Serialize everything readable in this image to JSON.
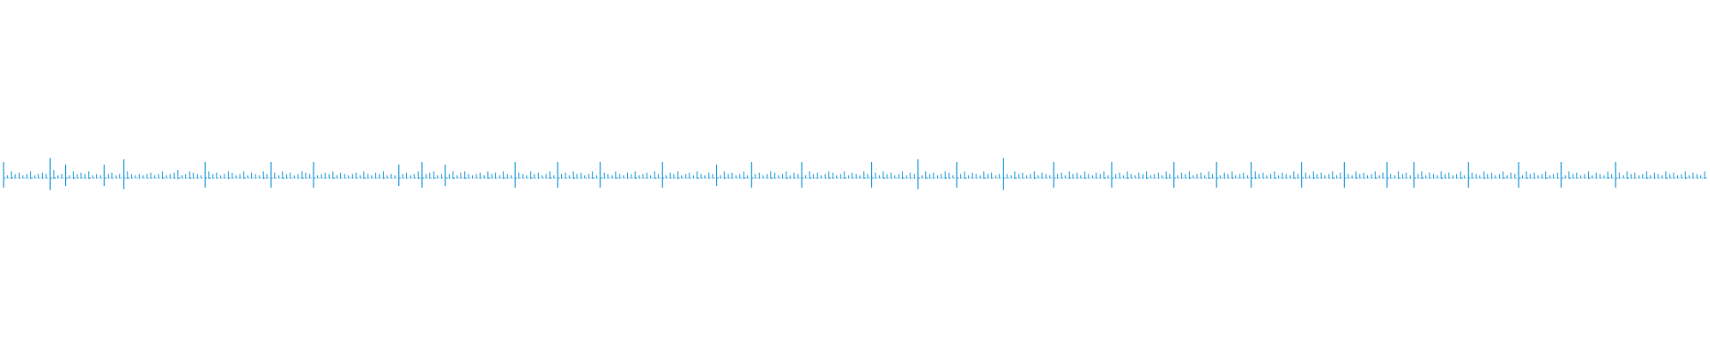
{
  "chart_data": {
    "type": "line",
    "description_printed_text": [],
    "stroke_color": "#1f9bdb",
    "baseline_value": 0,
    "ylim": [
      -1,
      1
    ],
    "axes_visible": false,
    "grid": false,
    "legend": "none",
    "series": [
      {
        "values": [
          0.12,
          0.02,
          0.05,
          0.03,
          0.04,
          0.02,
          0.03,
          0.05,
          0.02,
          0.03,
          0.04,
          0.03,
          0.15,
          0.06,
          0.02,
          0.03,
          0.1,
          0.02,
          0.05,
          0.03,
          0.04,
          0.03,
          0.05,
          0.02,
          0.03,
          0.02,
          0.1,
          0.03,
          0.04,
          0.02,
          0.03,
          0.14,
          0.05,
          0.03,
          0.02,
          0.03,
          0.02,
          0.03,
          0.04,
          0.02,
          0.03,
          0.05,
          0.02,
          0.03,
          0.04,
          0.06,
          0.02,
          0.03,
          0.05,
          0.04,
          0.03,
          0.02,
          0.12,
          0.05,
          0.03,
          0.04,
          0.02,
          0.03,
          0.05,
          0.04,
          0.02,
          0.03,
          0.05,
          0.02,
          0.04,
          0.03,
          0.02,
          0.05,
          0.03,
          0.12,
          0.04,
          0.02,
          0.05,
          0.03,
          0.04,
          0.02,
          0.03,
          0.05,
          0.04,
          0.03,
          0.12,
          0.02,
          0.03,
          0.04,
          0.03,
          0.05,
          0.02,
          0.04,
          0.03,
          0.02,
          0.03,
          0.04,
          0.02,
          0.05,
          0.03,
          0.02,
          0.04,
          0.03,
          0.05,
          0.02,
          0.03,
          0.02,
          0.1,
          0.03,
          0.04,
          0.02,
          0.03,
          0.05,
          0.12,
          0.03,
          0.04,
          0.05,
          0.02,
          0.03,
          0.1,
          0.03,
          0.05,
          0.02,
          0.04,
          0.05,
          0.03,
          0.02,
          0.03,
          0.04,
          0.02,
          0.05,
          0.03,
          0.04,
          0.02,
          0.05,
          0.03,
          0.02,
          0.12,
          0.04,
          0.03,
          0.02,
          0.05,
          0.03,
          0.04,
          0.02,
          0.03,
          0.05,
          0.02,
          0.12,
          0.03,
          0.04,
          0.02,
          0.05,
          0.03,
          0.04,
          0.02,
          0.03,
          0.05,
          0.02,
          0.12,
          0.04,
          0.03,
          0.02,
          0.05,
          0.03,
          0.02,
          0.04,
          0.03,
          0.05,
          0.02,
          0.03,
          0.04,
          0.02,
          0.05,
          0.03,
          0.12,
          0.02,
          0.04,
          0.03,
          0.05,
          0.02,
          0.03,
          0.04,
          0.02,
          0.05,
          0.03,
          0.02,
          0.04,
          0.03,
          0.1,
          0.02,
          0.05,
          0.03,
          0.04,
          0.02,
          0.03,
          0.05,
          0.02,
          0.12,
          0.03,
          0.04,
          0.02,
          0.03,
          0.05,
          0.04,
          0.02,
          0.03,
          0.05,
          0.02,
          0.04,
          0.03,
          0.12,
          0.02,
          0.05,
          0.03,
          0.04,
          0.02,
          0.03,
          0.05,
          0.04,
          0.02,
          0.03,
          0.05,
          0.02,
          0.04,
          0.03,
          0.02,
          0.05,
          0.03,
          0.12,
          0.04,
          0.02,
          0.05,
          0.03,
          0.04,
          0.02,
          0.03,
          0.05,
          0.02,
          0.04,
          0.03,
          0.14,
          0.02,
          0.05,
          0.03,
          0.04,
          0.02,
          0.03,
          0.05,
          0.04,
          0.02,
          0.12,
          0.03,
          0.05,
          0.02,
          0.04,
          0.03,
          0.02,
          0.05,
          0.03,
          0.04,
          0.02,
          0.03,
          0.15,
          0.03,
          0.02,
          0.05,
          0.03,
          0.04,
          0.02,
          0.03,
          0.05,
          0.02,
          0.04,
          0.03,
          0.02,
          0.12,
          0.03,
          0.04,
          0.02,
          0.05,
          0.03,
          0.04,
          0.02,
          0.05,
          0.03,
          0.02,
          0.04,
          0.03,
          0.05,
          0.02,
          0.12,
          0.03,
          0.04,
          0.02,
          0.05,
          0.03,
          0.02,
          0.04,
          0.03,
          0.05,
          0.02,
          0.03,
          0.04,
          0.02,
          0.05,
          0.03,
          0.12,
          0.02,
          0.04,
          0.03,
          0.05,
          0.02,
          0.03,
          0.04,
          0.02,
          0.05,
          0.03,
          0.12,
          0.02,
          0.04,
          0.03,
          0.05,
          0.02,
          0.03,
          0.04,
          0.02,
          0.12,
          0.05,
          0.03,
          0.04,
          0.02,
          0.03,
          0.05,
          0.02,
          0.04,
          0.03,
          0.02,
          0.05,
          0.03,
          0.12,
          0.04,
          0.02,
          0.05,
          0.03,
          0.04,
          0.02,
          0.03,
          0.05,
          0.02,
          0.04,
          0.12,
          0.03,
          0.02,
          0.05,
          0.03,
          0.04,
          0.02,
          0.03,
          0.05,
          0.02,
          0.04,
          0.12,
          0.03,
          0.02,
          0.05,
          0.03,
          0.04,
          0.02,
          0.12,
          0.03,
          0.05,
          0.02,
          0.04,
          0.03,
          0.02,
          0.05,
          0.03,
          0.04,
          0.02,
          0.03,
          0.05,
          0.02,
          0.12,
          0.04,
          0.03,
          0.02,
          0.05,
          0.03,
          0.04,
          0.02,
          0.03,
          0.05,
          0.02,
          0.04,
          0.03,
          0.12,
          0.02,
          0.05,
          0.03,
          0.04,
          0.02,
          0.03,
          0.05,
          0.02,
          0.03,
          0.04,
          0.12,
          0.02,
          0.05,
          0.03,
          0.04,
          0.02,
          0.03,
          0.05,
          0.02,
          0.04,
          0.03,
          0.02,
          0.05,
          0.03,
          0.12,
          0.04,
          0.02,
          0.05,
          0.03,
          0.04,
          0.02,
          0.03,
          0.05,
          0.02,
          0.04,
          0.03,
          0.02,
          0.05,
          0.03,
          0.04,
          0.02,
          0.03,
          0.05,
          0.02,
          0.04,
          0.03,
          0.02,
          0.05
        ]
      }
    ]
  }
}
